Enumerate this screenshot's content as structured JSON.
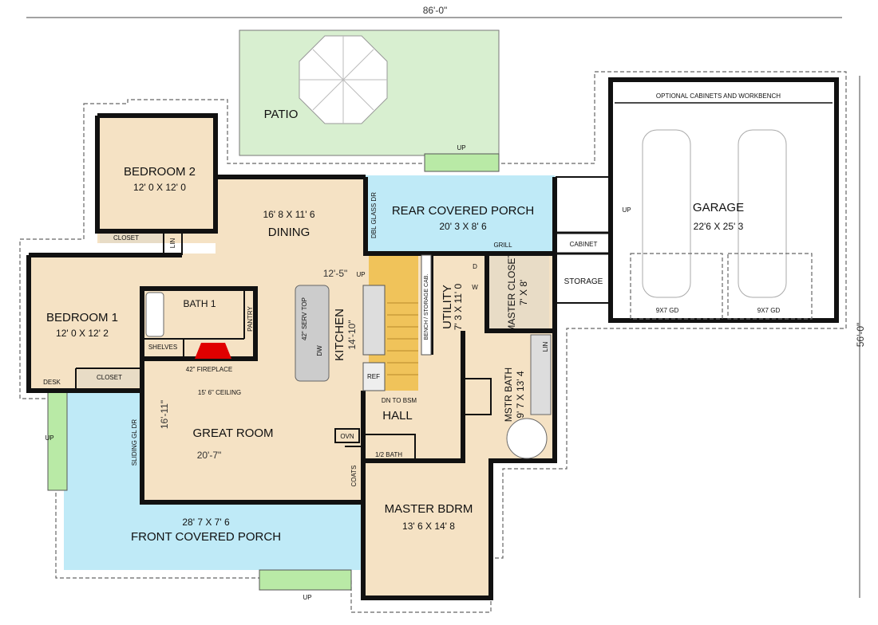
{
  "overall": {
    "width_label": "86'-0\"",
    "depth_label": "56'-0\""
  },
  "patio": {
    "label": "PATIO",
    "step_label": "UP"
  },
  "rooms": {
    "bedroom2": {
      "name": "BEDROOM 2",
      "size": "12' 0 X 12' 0"
    },
    "closet_b2": "CLOSET",
    "lin1": "LIN",
    "dining": {
      "name": "DINING",
      "size": "16' 8 X 11' 6"
    },
    "rear_porch": {
      "name": "REAR COVERED PORCH",
      "size": "20' 3 X 8' 6",
      "door": "DBL GLASS DR",
      "grill": "GRILL"
    },
    "garage": {
      "name": "GARAGE",
      "size": "22'6 X 25' 3",
      "workbench": "OPTIONAL CABINETS AND WORKBENCH",
      "door1": "9X7 GD",
      "door2": "9X7 GD",
      "up": "UP"
    },
    "cabinet": "CABINET",
    "storage": "STORAGE",
    "bedroom1": {
      "name": "BEDROOM 1",
      "size": "12' 0 X 12' 2"
    },
    "desk": "DESK",
    "closet_b1": "CLOSET",
    "bath1": "BATH 1",
    "pantry": "PANTRY",
    "shelves": "SHELVES",
    "fireplace": "42\" FIREPLACE",
    "serv_top": "42\" SERV TOP",
    "dw": "DW",
    "kitchen": {
      "name": "KITCHEN",
      "dim": "14'-10\"",
      "width_dim": "12'-5\"",
      "up": "UP"
    },
    "ref": "REF",
    "stairs_down": "DN TO BSM",
    "bench": "BENCH / STORAGE CAB.",
    "utility": {
      "name": "UTILITY",
      "size": "7' 3 X 11' 0",
      "d": "D",
      "w": "W"
    },
    "master_closet": {
      "name": "MASTER CLOSET",
      "size": "7' X 8'"
    },
    "lin2": "LIN",
    "mstr_bath": {
      "name": "MSTR BATH",
      "size": "9' 7 X 13' 4"
    },
    "hall": "HALL",
    "great_room": {
      "name": "GREAT ROOM",
      "width": "20'-7\"",
      "depth": "16'-11\"",
      "ceiling": "15' 6\" CEILING",
      "door": "SLIDING GL DR"
    },
    "oven": "OVN",
    "coats": "COATS",
    "half_bath": "1/2 BATH",
    "master_bdrm": {
      "name": "MASTER BDRM",
      "size": "13' 6 X 14' 8"
    },
    "front_porch": {
      "name": "FRONT COVERED PORCH",
      "size": "28' 7 X 7' 6",
      "up_front": "UP",
      "up_side": "UP"
    }
  },
  "colors": {
    "floor": "#f5e2c4",
    "porch": "#bfeaf7",
    "patio": "#d8efd0",
    "stairs": "#f0c35a",
    "fireplace": "#e00000"
  }
}
